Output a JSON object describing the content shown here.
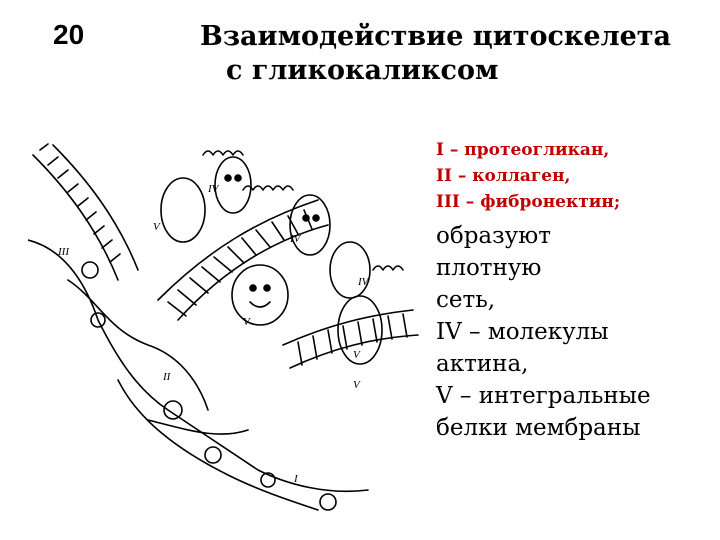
{
  "slide_number": "20",
  "title": {
    "line1": "Взаимодействие цитоскелета",
    "line2": "с гликокаликсом"
  },
  "legend_red": [
    "I – протеогликан,",
    "II – коллаген,",
    "III – фибронектин;"
  ],
  "legend_black": [
    "образуют",
    "плотную",
    "сеть,",
    "IV – молекулы",
    "актина,",
    "V – интегральные",
    "белки мембраны"
  ],
  "figure": {
    "labels": [
      "III",
      "IV",
      "V",
      "IV",
      "V",
      "IV",
      "V",
      "V",
      "II",
      "I"
    ]
  },
  "colors": {
    "title": "#000000",
    "legend_red": "#c00000",
    "text": "#000000"
  }
}
